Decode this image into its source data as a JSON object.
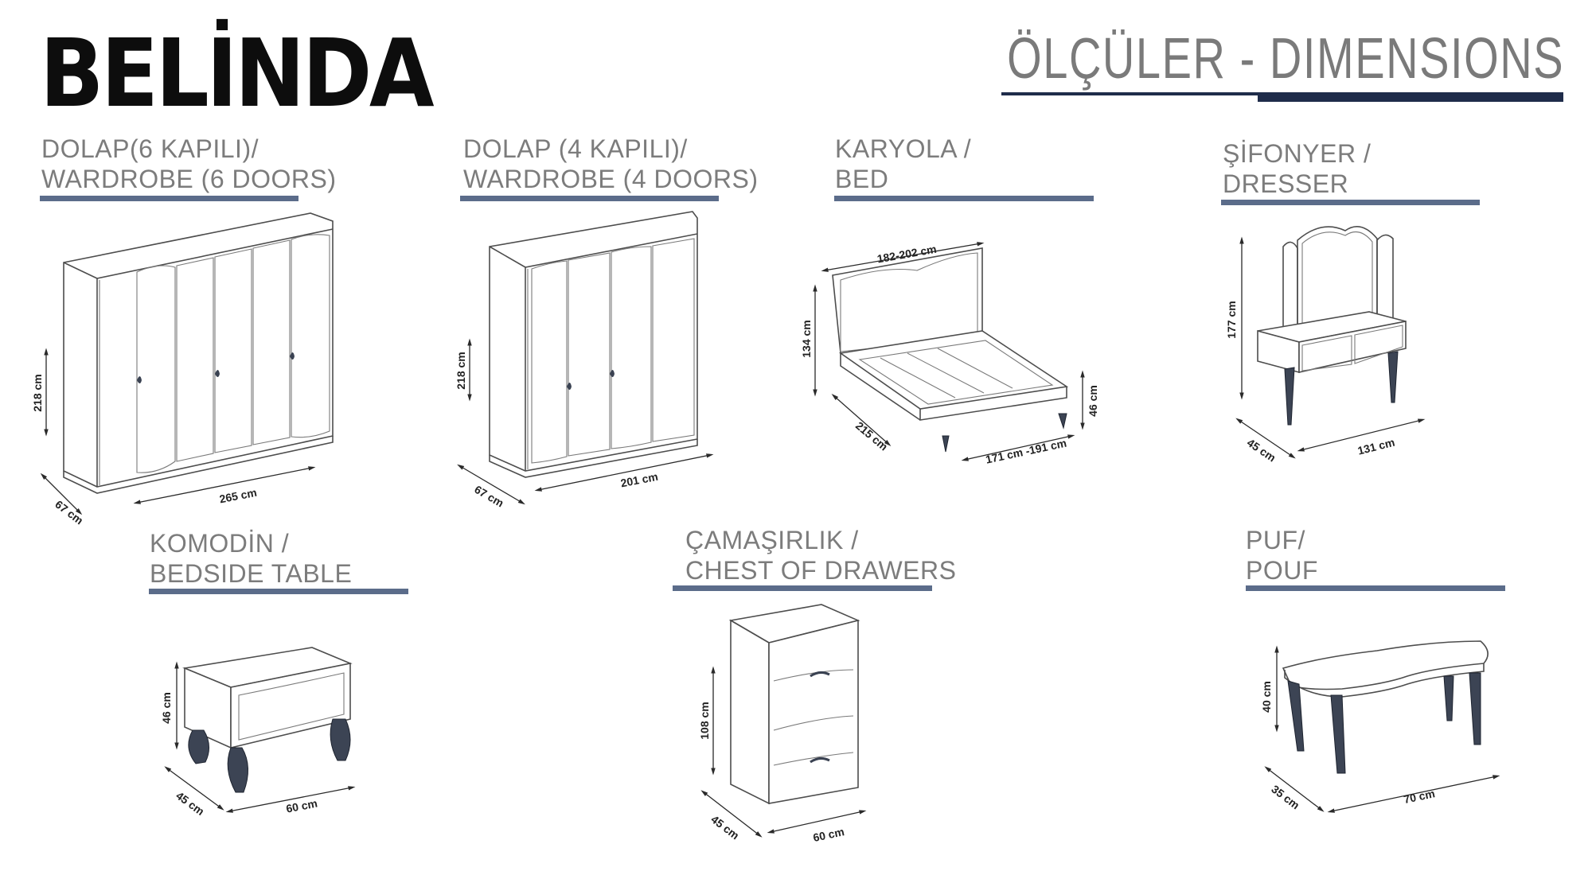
{
  "brand": {
    "name": "BELİNDA"
  },
  "header": {
    "title": "ÖLÇÜLER - DIMENSIONS",
    "accent_color": "#1f2c4a"
  },
  "label_color": "#7c7c7c",
  "underline_color": "#5b6c8a",
  "products": [
    {
      "line1": "DOLAP(6 KAPILI)/",
      "line2": "WARDROBE (6 DOORS)",
      "dims": {
        "height": "218 cm",
        "depth": "67 cm",
        "width": "265 cm"
      }
    },
    {
      "line1": "DOLAP (4 KAPILI)/",
      "line2": "WARDROBE (4 DOORS)",
      "dims": {
        "height": "218 cm",
        "depth": "67 cm",
        "width": "201 cm"
      }
    },
    {
      "line1": "KARYOLA /",
      "line2": "BED",
      "dims": {
        "top_width": "182-202 cm",
        "headboard_height": "134 cm",
        "length": "215 cm",
        "inner_width": "171 cm -191 cm",
        "frame_height": "46 cm"
      }
    },
    {
      "line1": "ŞİFONYER /",
      "line2": "DRESSER",
      "dims": {
        "height": "177 cm",
        "depth": "45 cm",
        "width": "131 cm"
      }
    },
    {
      "line1": "KOMODİN /",
      "line2": "BEDSIDE TABLE",
      "dims": {
        "height": "46 cm",
        "depth": "45 cm",
        "width": "60 cm"
      }
    },
    {
      "line1": "ÇAMAŞIRLIK /",
      "line2": "CHEST OF DRAWERS",
      "dims": {
        "height": "108 cm",
        "depth": "45 cm",
        "width": "60 cm"
      }
    },
    {
      "line1": "PUF/",
      "line2": "POUF",
      "dims": {
        "height": "40 cm",
        "depth": "35 cm",
        "width": "70 cm"
      }
    }
  ]
}
